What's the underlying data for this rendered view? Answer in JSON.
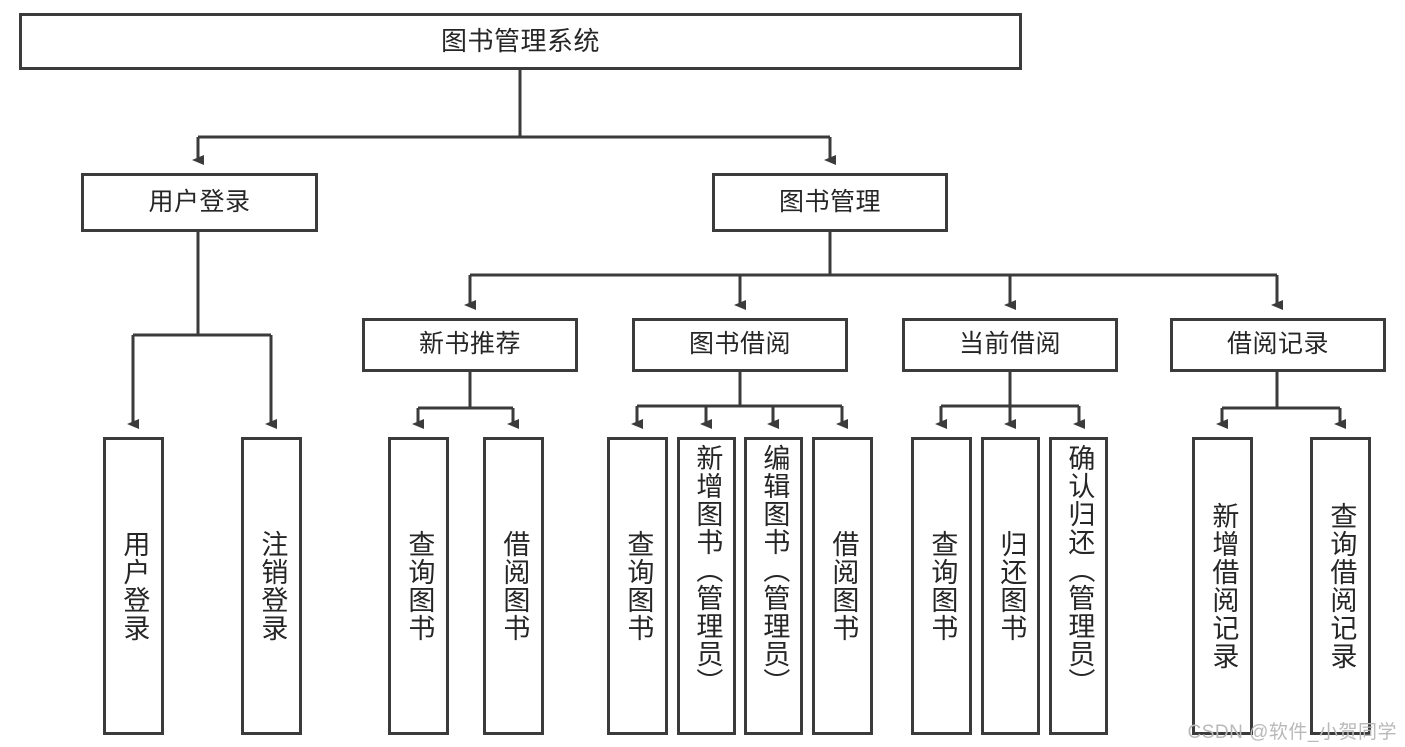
{
  "diagram": {
    "title": "图书管理系统",
    "type": "tree-hierarchy-diagram",
    "line_color": "#3b3b3b",
    "text_color": "#262626",
    "background": "#ffffff",
    "root": {
      "label": "图书管理系统"
    },
    "level2": [
      {
        "label": "用户登录"
      },
      {
        "label": "图书管理"
      }
    ],
    "level3": [
      {
        "label": "新书推荐"
      },
      {
        "label": "图书借阅"
      },
      {
        "label": "当前借阅"
      },
      {
        "label": "借阅记录"
      }
    ],
    "leaves": {
      "user_login": [
        {
          "label": "用户登录"
        },
        {
          "label": "注销登录"
        }
      ],
      "new_book_recommend": [
        {
          "label": "查询图书"
        },
        {
          "label": "借阅图书"
        }
      ],
      "book_borrow": [
        {
          "label": "查询图书"
        },
        {
          "label": "新增图书（管理员）"
        },
        {
          "label": "编辑图书（管理员）"
        },
        {
          "label": "借阅图书"
        }
      ],
      "current_borrow": [
        {
          "label": "查询图书"
        },
        {
          "label": "归还图书"
        },
        {
          "label": "确认归还（管理员）"
        }
      ],
      "borrow_record": [
        {
          "label": "新增借阅记录"
        },
        {
          "label": "查询借阅记录"
        }
      ]
    }
  },
  "watermark": {
    "text": "CSDN @软件_小贺同学"
  }
}
